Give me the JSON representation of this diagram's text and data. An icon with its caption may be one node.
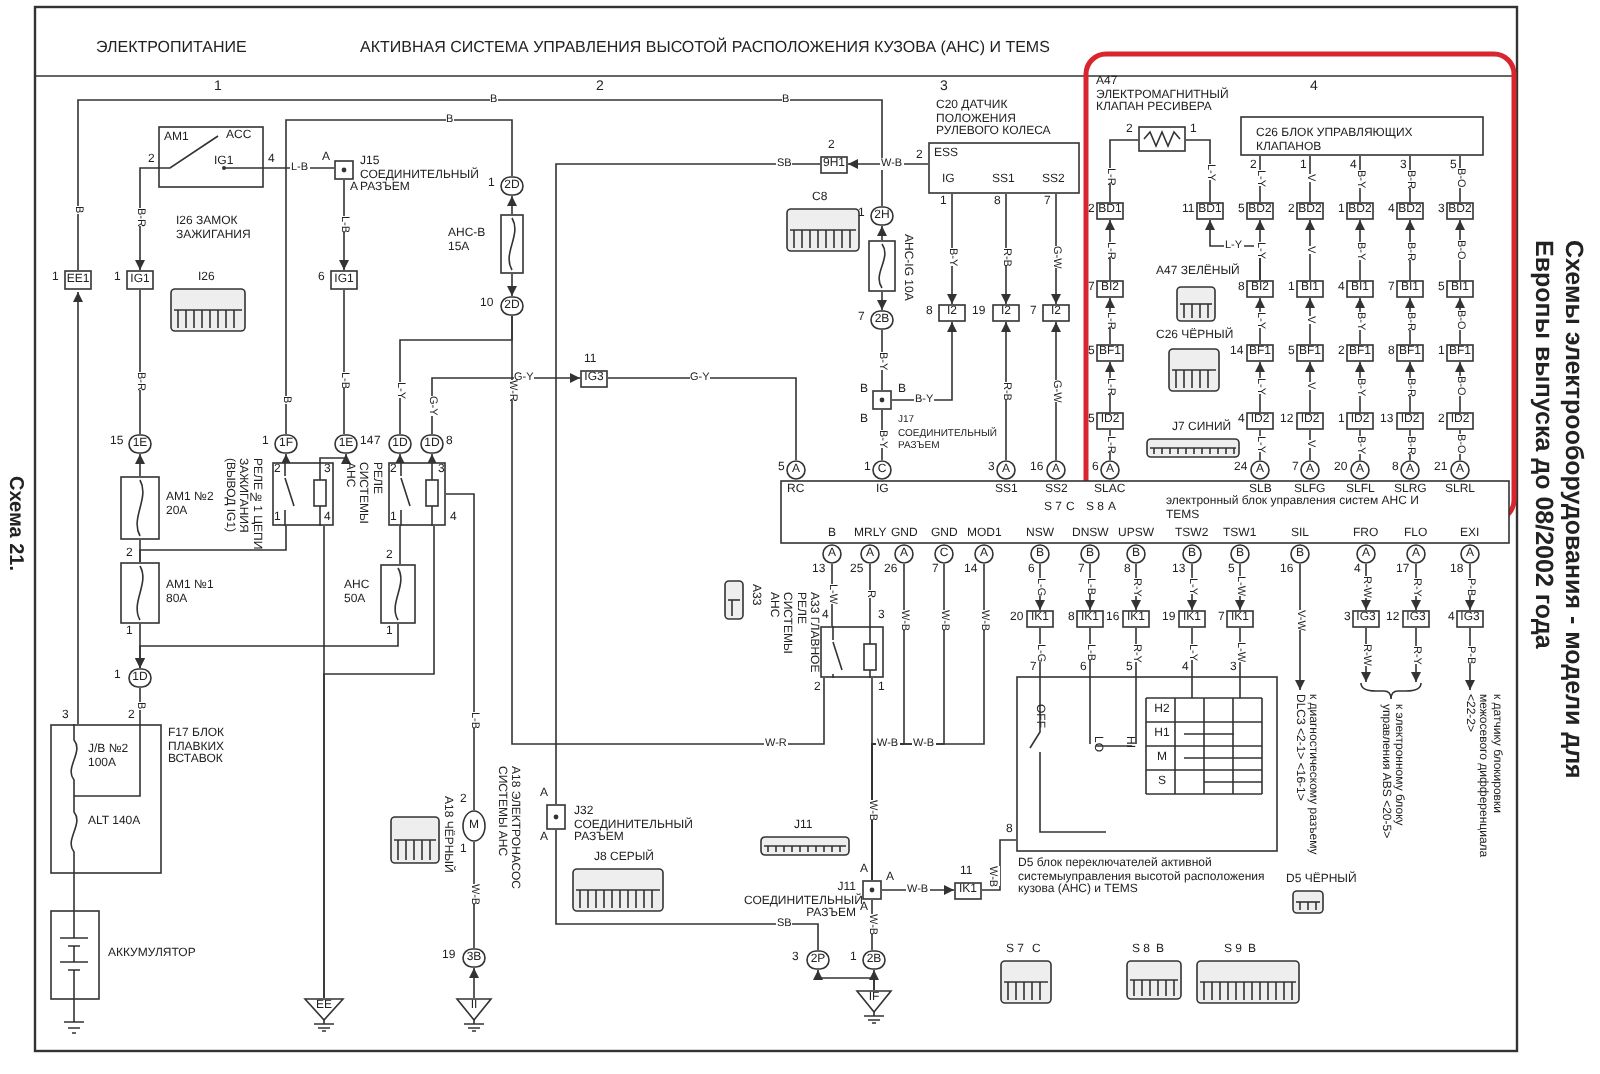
{
  "diagram": {
    "title": "Схемы электрооборудования - модели для Европы выпуска до 08/2002 года",
    "nodes": [
      {
        "text": [
          "ACC",
          "AM1",
          "IG1",
          "I26 ЗАМОК ЗАЖИГАНИЯ"
        ],
        "beside": [
          "2",
          "4"
        ]
      },
      {
        "text": [
          "I26"
        ]
      },
      {
        "text": [
          "J15 СОЕДИНИТЕЛЬНЫЙ РАЗЪЕМ"
        ],
        "beside": [
          "A",
          "A"
        ]
      },
      {
        "text": [
          "EE1"
        ],
        "beside": [
          "1"
        ]
      },
      {
        "text": [
          "IG1"
        ],
        "beside": [
          "1"
        ]
      },
      {
        "text": [
          "IG1"
        ],
        "beside": [
          "6"
        ]
      },
      {
        "text": [
          "2D"
        ],
        "beside": [
          "1"
        ]
      },
      {
        "text": [
          "АНС-В 15A"
        ]
      },
      {
        "text": [
          "2D"
        ],
        "beside": [
          "10"
        ]
      },
      {
        "text": [
          "1E"
        ],
        "beside": [
          "15"
        ]
      },
      {
        "text": [
          "AM1 №2 20A"
        ]
      },
      {
        "text": [
          "1F"
        ],
        "beside": [
          "1"
        ]
      },
      {
        "text": [
          "1E"
        ],
        "beside": [
          "14"
        ]
      },
      {
        "text": [
          "РЕЛЕ №1 ЦЕПИ ЗАЖИГАНИЯ (ВЫВОД IG1)",
          "2",
          "3",
          "1",
          "4"
        ]
      },
      {
        "text": [
          "1D"
        ],
        "beside": [
          "7"
        ]
      },
      {
        "text": [
          "1D"
        ],
        "beside": [
          "8"
        ]
      },
      {
        "text": [
          "РЕЛЕ СИСТЕМЫ АНС",
          "2",
          "3",
          "1",
          "4"
        ]
      },
      {
        "text": [
          "AM1 №1 80A"
        ],
        "beside": [
          "2",
          "1"
        ]
      },
      {
        "text": [
          "АНС 50A"
        ],
        "beside": [
          "2",
          "1"
        ]
      },
      {
        "text": [
          "1D"
        ],
        "beside": [
          "1"
        ]
      },
      {
        "text": [
          "J/B №2 100A",
          "ALT 140A",
          "F17 БЛОК ПЛАВКИХ ВСТАВОК"
        ],
        "beside": [
          "3",
          "2"
        ]
      },
      {
        "text": [
          "АККУМУЛЯТОР"
        ]
      },
      {
        "text": [
          "EE"
        ]
      },
      {
        "text": [
          "M",
          "A18 ЭЛЕКТРОНАСОС СИСТЕМЫ АНС"
        ],
        "beside": [
          "2",
          "1"
        ]
      },
      {
        "text": [
          "A18 ЧЁРНЫЙ"
        ]
      },
      {
        "text": [
          "3B"
        ],
        "beside": [
          "19"
        ]
      },
      {
        "text": [
          "II"
        ]
      },
      {
        "text": [
          "9H1"
        ],
        "beside": [
          "2"
        ]
      },
      {
        "text": [
          "ESS",
          "IG",
          "SS1",
          "SS2",
          "C20 ДАТЧИК ПОЛОЖЕНИЯ РУЛЕВОГО КОЛЕСА"
        ],
        "beside": [
          "2",
          "1",
          "8",
          "7"
        ]
      },
      {
        "text": [
          "C8"
        ]
      },
      {
        "text": [
          "2H"
        ],
        "beside": [
          "1"
        ]
      },
      {
        "text": [
          "АНС-IG 10A"
        ]
      },
      {
        "text": [
          "2B"
        ],
        "beside": [
          "7"
        ]
      },
      {
        "text": [
          "I2"
        ],
        "beside": [
          "8"
        ]
      },
      {
        "text": [
          "I2"
        ],
        "beside": [
          "19"
        ]
      },
      {
        "text": [
          "I2"
        ],
        "beside": [
          "7"
        ]
      },
      {
        "text": [
          "IG3"
        ],
        "beside": [
          "11"
        ]
      },
      {
        "text": [
          "J17 СОЕДИНИТЕЛЬНЫЙ РАЗЪЕМ"
        ],
        "beside": [
          "B",
          "B",
          "B"
        ]
      },
      {
        "text": [
          "электронный блок управления систем АНС И TEMS"
        ]
      },
      {
        "text": [
          "A",
          "RC"
        ],
        "beside": [
          "5"
        ]
      },
      {
        "text": [
          "C",
          "IG"
        ],
        "beside": [
          "1"
        ]
      },
      {
        "text": [
          "A",
          "SS1"
        ],
        "beside": [
          "3"
        ]
      },
      {
        "text": [
          "A",
          "SS2"
        ],
        "beside": [
          "16"
        ]
      },
      {
        "text": [
          "A",
          "SLAC"
        ],
        "beside": [
          "6"
        ]
      },
      {
        "text": [
          "A",
          "SLB"
        ],
        "beside": [
          "24"
        ]
      },
      {
        "text": [
          "A",
          "SLFG"
        ],
        "beside": [
          "7"
        ]
      },
      {
        "text": [
          "A",
          "SLFL"
        ],
        "beside": [
          "20"
        ]
      },
      {
        "text": [
          "A",
          "SLRG"
        ],
        "beside": [
          "8"
        ]
      },
      {
        "text": [
          "A",
          "SLRL"
        ],
        "beside": [
          "21"
        ]
      },
      {
        "text": [
          "B",
          "A"
        ],
        "beside": [
          "13"
        ]
      },
      {
        "text": [
          "MRLY",
          "A"
        ],
        "beside": [
          "25"
        ]
      },
      {
        "text": [
          "GND",
          "A"
        ],
        "beside": [
          "26"
        ]
      },
      {
        "text": [
          "GND",
          "C"
        ],
        "beside": [
          "7"
        ]
      },
      {
        "text": [
          "MOD1",
          "A"
        ],
        "beside": [
          "14"
        ]
      },
      {
        "text": [
          "NSW",
          "B"
        ],
        "beside": [
          "6"
        ]
      },
      {
        "text": [
          "DNSW",
          "B"
        ],
        "beside": [
          "7"
        ]
      },
      {
        "text": [
          "UPSW",
          "B"
        ],
        "beside": [
          "8"
        ]
      },
      {
        "text": [
          "TSW2",
          "B"
        ],
        "beside": [
          "13"
        ]
      },
      {
        "text": [
          "TSW1",
          "B"
        ],
        "beside": [
          "5"
        ]
      },
      {
        "text": [
          "SIL",
          "B"
        ],
        "beside": [
          "16"
        ]
      },
      {
        "text": [
          "FRO",
          "A"
        ],
        "beside": [
          "4"
        ]
      },
      {
        "text": [
          "FLO",
          "A"
        ],
        "beside": [
          "17"
        ]
      },
      {
        "text": [
          "EXI",
          "A"
        ],
        "beside": [
          "18"
        ]
      },
      {
        "text": [
          "A47 ЭЛЕКТРОМАГНИТНЫЙ КЛАПАН РЕСИВЕРА"
        ],
        "beside": [
          "2",
          "1"
        ]
      },
      {
        "text": [
          "C26 БЛОК УПРАВЛЯЮЩИХ КЛАПАНОВ"
        ],
        "beside": [
          "2",
          "1",
          "4",
          "3",
          "5"
        ]
      },
      {
        "text": [
          "BD1"
        ],
        "beside": [
          "2"
        ]
      },
      {
        "text": [
          "BI2"
        ],
        "beside": [
          "7"
        ]
      },
      {
        "text": [
          "BF1"
        ],
        "beside": [
          "5"
        ]
      },
      {
        "text": [
          "ID2"
        ],
        "beside": [
          "5"
        ]
      },
      {
        "text": [
          "BD1"
        ],
        "beside": [
          "11"
        ]
      },
      {
        "text": [
          "BD2"
        ],
        "beside": [
          "5"
        ]
      },
      {
        "text": [
          "BI2"
        ],
        "beside": [
          "8"
        ]
      },
      {
        "text": [
          "BF1"
        ],
        "beside": [
          "14"
        ]
      },
      {
        "text": [
          "ID2"
        ],
        "beside": [
          "4"
        ]
      },
      {
        "text": [
          "BD2"
        ],
        "beside": [
          "2"
        ]
      },
      {
        "text": [
          "BI1"
        ],
        "beside": [
          "1"
        ]
      },
      {
        "text": [
          "BF1"
        ],
        "beside": [
          "5"
        ]
      },
      {
        "text": [
          "ID2"
        ],
        "beside": [
          "12"
        ]
      },
      {
        "text": [
          "BD2"
        ],
        "beside": [
          "1"
        ]
      },
      {
        "text": [
          "BI1"
        ],
        "beside": [
          "4"
        ]
      },
      {
        "text": [
          "BF1"
        ],
        "beside": [
          "2"
        ]
      },
      {
        "text": [
          "ID2"
        ],
        "beside": [
          "1"
        ]
      },
      {
        "text": [
          "BD2"
        ],
        "beside": [
          "4"
        ]
      },
      {
        "text": [
          "BI1"
        ],
        "beside": [
          "7"
        ]
      },
      {
        "text": [
          "BF1"
        ],
        "beside": [
          "8"
        ]
      },
      {
        "text": [
          "ID2"
        ],
        "beside": [
          "13"
        ]
      },
      {
        "text": [
          "BD2"
        ],
        "beside": [
          "3"
        ]
      },
      {
        "text": [
          "BI1"
        ],
        "beside": [
          "5"
        ]
      },
      {
        "text": [
          "BF1"
        ],
        "beside": [
          "1"
        ]
      },
      {
        "text": [
          "ID2"
        ],
        "beside": [
          "2"
        ]
      },
      {
        "text": [
          "A47 ЗЕЛЁНЫЙ"
        ]
      },
      {
        "text": [
          "C26 ЧЁРНЫЙ"
        ]
      },
      {
        "text": [
          "J7 СИНИЙ"
        ]
      },
      {
        "text": [
          "A33 ГЛАВНОЕ РЕЛЕ СИСТЕМЫ АНС"
        ],
        "beside": [
          "4",
          "3",
          "2",
          "1"
        ]
      },
      {
        "text": [
          "A33"
        ]
      },
      {
        "text": [
          "J32 СОЕДИНИТЕЛЬНЫЙ РАЗЪЕМ"
        ],
        "beside": [
          "A",
          "A"
        ]
      },
      {
        "text": [
          "J8 СЕРЫЙ"
        ]
      },
      {
        "text": [
          "J11"
        ]
      },
      {
        "text": [
          "J11 СОЕДИНИТЕЛЬНЫЙ РАЗЪЕМ"
        ],
        "beside": [
          "A",
          "A",
          "A"
        ]
      },
      {
        "text": [
          "IK1"
        ],
        "beside": [
          "11"
        ]
      },
      {
        "text": [
          "2P"
        ],
        "beside": [
          "3"
        ]
      },
      {
        "text": [
          "2B"
        ],
        "beside": [
          "1"
        ]
      },
      {
        "text": [
          "IF"
        ]
      },
      {
        "text": [
          "IK1"
        ],
        "beside": [
          "20"
        ]
      },
      {
        "text": [
          "IK1"
        ],
        "beside": [
          "8"
        ]
      },
      {
        "text": [
          "IK1"
        ],
        "beside": [
          "16"
        ]
      },
      {
        "text": [
          "IK1"
        ],
        "beside": [
          "19"
        ]
      },
      {
        "text": [
          "IK1"
        ],
        "beside": [
          "7"
        ]
      },
      {
        "text": [
          "OFF",
          "LO",
          "HI",
          "H2",
          "H1",
          "M",
          "S",
          "D5 блок переключателей активной системыуправления высотой расположения кузова (АНС) и TEMS"
        ],
        "beside": [
          "7",
          "6",
          "5",
          "4",
          "3",
          "8"
        ]
      },
      {
        "text": [
          "D5 ЧЁРНЫЙ"
        ]
      },
      {
        "text": [
          "S 7",
          "C"
        ]
      },
      {
        "text": [
          "S 8",
          "B"
        ]
      },
      {
        "text": [
          "S 9",
          "B"
        ]
      },
      {
        "text": [
          "IG3"
        ],
        "beside": [
          "3"
        ]
      },
      {
        "text": [
          "IG3"
        ],
        "beside": [
          "12"
        ]
      },
      {
        "text": [
          "IG3"
        ],
        "beside": [
          "4"
        ]
      },
      {
        "text": [
          "к диагностическому разъему DLC3 <2-1> <16-1>"
        ]
      },
      {
        "text": [
          "к электронному блоку управления ABS <20-5>"
        ]
      },
      {
        "text": [
          "к датчику блокировки межосевого дифференциала <22-2>"
        ]
      },
      {
        "text": [],
        "shape": "ground"
      }
    ],
    "edges": [
      {
        "from": 20,
        "to": 3,
        "arrow": "to"
      },
      {
        "from": 3,
        "to": 30,
        "arrow": "none",
        "label": "B"
      },
      {
        "from": 0,
        "to": 4,
        "arrow": "to",
        "label": "B-R"
      },
      {
        "from": 0,
        "to": 2,
        "arrow": "none",
        "label": "L-B"
      },
      {
        "from": 2,
        "to": 5,
        "arrow": "to",
        "label": "L-B"
      },
      {
        "from": 4,
        "to": 9,
        "arrow": "none",
        "label": "B-R"
      },
      {
        "from": 10,
        "to": 9,
        "arrow": "to"
      },
      {
        "from": 17,
        "to": 10,
        "arrow": "none"
      },
      {
        "from": 17,
        "to": 19,
        "arrow": "to"
      },
      {
        "from": 19,
        "to": 20,
        "arrow": "none",
        "label": "B"
      },
      {
        "from": 20,
        "to": 21,
        "arrow": "none"
      },
      {
        "from": 21,
        "to": 119,
        "arrow": "none"
      },
      {
        "from": 11,
        "to": 6,
        "arrow": "none",
        "label": "B"
      },
      {
        "from": 13,
        "to": 11,
        "arrow": "to"
      },
      {
        "from": 13,
        "to": 12,
        "arrow": "to"
      },
      {
        "from": 5,
        "to": 12,
        "arrow": "none",
        "label": "L-B"
      },
      {
        "from": 16,
        "to": 14,
        "arrow": "to"
      },
      {
        "from": 16,
        "to": 15,
        "arrow": "to"
      },
      {
        "from": 14,
        "to": 8,
        "arrow": "none",
        "label": "L-Y"
      },
      {
        "from": 15,
        "to": 36,
        "arrow": "to",
        "label": "G-Y"
      },
      {
        "from": 36,
        "to": 39,
        "arrow": "none",
        "label": "G-Y"
      },
      {
        "from": 7,
        "to": 6,
        "arrow": "to"
      },
      {
        "from": 7,
        "to": 8,
        "arrow": "to"
      },
      {
        "from": 13,
        "to": 17,
        "arrow": "none"
      },
      {
        "from": 16,
        "to": 18,
        "arrow": "none"
      },
      {
        "from": 13,
        "to": 22,
        "arrow": "none"
      },
      {
        "from": 16,
        "to": 22,
        "arrow": "none"
      },
      {
        "from": 18,
        "to": 19,
        "arrow": "to"
      },
      {
        "from": 8,
        "to": 93,
        "arrow": "none",
        "label": "W-R"
      },
      {
        "from": 16,
        "to": 23,
        "arrow": "none",
        "label": "L-B"
      },
      {
        "from": 23,
        "to": 25,
        "arrow": "none",
        "label": "W-B"
      },
      {
        "from": 26,
        "to": 25,
        "arrow": "to"
      },
      {
        "from": 28,
        "to": 27,
        "arrow": "to",
        "label": "W-B"
      },
      {
        "from": 27,
        "to": 95,
        "arrow": "none",
        "label": "SB"
      },
      {
        "from": 95,
        "to": 100,
        "arrow": "none",
        "label": "SB"
      },
      {
        "from": 102,
        "to": 100,
        "arrow": "to"
      },
      {
        "from": 102,
        "to": 101,
        "arrow": "to"
      },
      {
        "from": 31,
        "to": 30,
        "arrow": "to"
      },
      {
        "from": 31,
        "to": 32,
        "arrow": "to"
      },
      {
        "from": 32,
        "to": 37,
        "arrow": "none",
        "label": "B-Y"
      },
      {
        "from": 37,
        "to": 33,
        "arrow": "to",
        "label": "B-Y"
      },
      {
        "from": 28,
        "to": 33,
        "arrow": "to",
        "label": "B-Y"
      },
      {
        "from": 28,
        "to": 34,
        "arrow": "to",
        "label": "R-B"
      },
      {
        "from": 28,
        "to": 35,
        "arrow": "to",
        "label": "G-W"
      },
      {
        "from": 41,
        "to": 34,
        "arrow": "to",
        "label": "R-B"
      },
      {
        "from": 42,
        "to": 35,
        "arrow": "to",
        "label": "G-W"
      },
      {
        "from": 37,
        "to": 40,
        "arrow": "none",
        "label": "B-Y"
      },
      {
        "from": 63,
        "to": 65,
        "arrow": "none",
        "label": "L-R"
      },
      {
        "from": 66,
        "to": 65,
        "arrow": "to",
        "label": "L-R"
      },
      {
        "from": 67,
        "to": 66,
        "arrow": "to",
        "label": "L-R"
      },
      {
        "from": 68,
        "to": 67,
        "arrow": "to",
        "label": "L-R"
      },
      {
        "from": 43,
        "to": 68,
        "arrow": "none",
        "label": "L-R"
      },
      {
        "from": 63,
        "to": 69,
        "arrow": "none",
        "label": "L-Y"
      },
      {
        "from": 71,
        "to": 69,
        "arrow": "to",
        "label": "L-Y"
      },
      {
        "from": 64,
        "to": 70,
        "arrow": "none",
        "label": "L-Y"
      },
      {
        "from": 71,
        "to": 70,
        "arrow": "to",
        "label": "L-Y"
      },
      {
        "from": 72,
        "to": 71,
        "arrow": "to",
        "label": "L-Y"
      },
      {
        "from": 73,
        "to": 72,
        "arrow": "to",
        "label": "L-Y"
      },
      {
        "from": 44,
        "to": 73,
        "arrow": "none",
        "label": "L-Y"
      },
      {
        "from": 64,
        "to": 74,
        "arrow": "none",
        "label": "V"
      },
      {
        "from": 75,
        "to": 74,
        "arrow": "to",
        "label": "V"
      },
      {
        "from": 76,
        "to": 75,
        "arrow": "to",
        "label": "V"
      },
      {
        "from": 77,
        "to": 76,
        "arrow": "to",
        "label": "V"
      },
      {
        "from": 45,
        "to": 77,
        "arrow": "none",
        "label": "V"
      },
      {
        "from": 64,
        "to": 78,
        "arrow": "none",
        "label": "B-Y"
      },
      {
        "from": 79,
        "to": 78,
        "arrow": "to",
        "label": "B-Y"
      },
      {
        "from": 80,
        "to": 79,
        "arrow": "to",
        "label": "B-Y"
      },
      {
        "from": 81,
        "to": 80,
        "arrow": "to",
        "label": "B-Y"
      },
      {
        "from": 46,
        "to": 81,
        "arrow": "none",
        "label": "B-Y"
      },
      {
        "from": 64,
        "to": 82,
        "arrow": "none",
        "label": "B-R"
      },
      {
        "from": 83,
        "to": 82,
        "arrow": "to",
        "label": "B-R"
      },
      {
        "from": 84,
        "to": 83,
        "arrow": "to",
        "label": "B-R"
      },
      {
        "from": 85,
        "to": 84,
        "arrow": "to",
        "label": "B-R"
      },
      {
        "from": 47,
        "to": 85,
        "arrow": "none",
        "label": "B-R"
      },
      {
        "from": 64,
        "to": 86,
        "arrow": "none",
        "label": "B-O"
      },
      {
        "from": 87,
        "to": 86,
        "arrow": "to",
        "label": "B-O"
      },
      {
        "from": 88,
        "to": 87,
        "arrow": "to",
        "label": "B-O"
      },
      {
        "from": 89,
        "to": 88,
        "arrow": "to",
        "label": "B-O"
      },
      {
        "from": 48,
        "to": 89,
        "arrow": "none",
        "label": "B-O"
      },
      {
        "from": 49,
        "to": 93,
        "arrow": "none",
        "label": "L-W"
      },
      {
        "from": 50,
        "to": 93,
        "arrow": "none",
        "label": "R"
      },
      {
        "from": 93,
        "to": 98,
        "arrow": "none",
        "label": "W-B"
      },
      {
        "from": 51,
        "to": 98,
        "arrow": "none",
        "label": "W-B"
      },
      {
        "from": 52,
        "to": 98,
        "arrow": "none",
        "label": "W-B"
      },
      {
        "from": 53,
        "to": 98,
        "arrow": "none",
        "label": "W-B"
      },
      {
        "from": 98,
        "to": 101,
        "arrow": "none",
        "label": "W-B"
      },
      {
        "from": 98,
        "to": 99,
        "arrow": "to",
        "label": "W-B"
      },
      {
        "from": 99,
        "to": 108,
        "arrow": "none",
        "label": "W-B"
      },
      {
        "from": 54,
        "to": 103,
        "arrow": "to",
        "label": "L-G"
      },
      {
        "from": 103,
        "to": 108,
        "arrow": "none",
        "label": "L-G"
      },
      {
        "from": 55,
        "to": 104,
        "arrow": "to",
        "label": "L-B"
      },
      {
        "from": 104,
        "to": 108,
        "arrow": "none",
        "label": "L-B"
      },
      {
        "from": 56,
        "to": 105,
        "arrow": "to",
        "label": "R-Y"
      },
      {
        "from": 105,
        "to": 108,
        "arrow": "none",
        "label": "R-Y"
      },
      {
        "from": 57,
        "to": 106,
        "arrow": "to",
        "label": "L-Y"
      },
      {
        "from": 106,
        "to": 108,
        "arrow": "none",
        "label": "L-Y"
      },
      {
        "from": 58,
        "to": 107,
        "arrow": "to",
        "label": "L-W"
      },
      {
        "from": 107,
        "to": 108,
        "arrow": "none",
        "label": "L-W"
      },
      {
        "from": 59,
        "to": 116,
        "arrow": "to",
        "label": "V-W"
      },
      {
        "from": 60,
        "to": 113,
        "arrow": "to",
        "label": "R-W"
      },
      {
        "from": 113,
        "to": 117,
        "arrow": "to",
        "label": "R-W"
      },
      {
        "from": 61,
        "to": 114,
        "arrow": "to",
        "label": "R-Y"
      },
      {
        "from": 114,
        "to": 117,
        "arrow": "to",
        "label": "R-Y"
      },
      {
        "from": 62,
        "to": 115,
        "arrow": "to",
        "label": "P-B"
      },
      {
        "from": 115,
        "to": 118,
        "arrow": "to",
        "label": "P-B"
      }
    ],
    "labels": [
      "Схема 21.",
      "ЭЛЕКТРОПИТАНИЕ",
      "АКТИВНАЯ СИСТЕМА УПРАВЛЕНИЯ ВЫСОТОЙ РАСПОЛОЖЕНИЯ КУЗОВА (АНС) И TEMS",
      "1",
      "2",
      "3",
      "4",
      "B",
      "B",
      "W-R",
      "G-Y",
      "B",
      "S 7",
      "C",
      "S 8",
      "A",
      "W-B",
      "W-B"
    ]
  }
}
